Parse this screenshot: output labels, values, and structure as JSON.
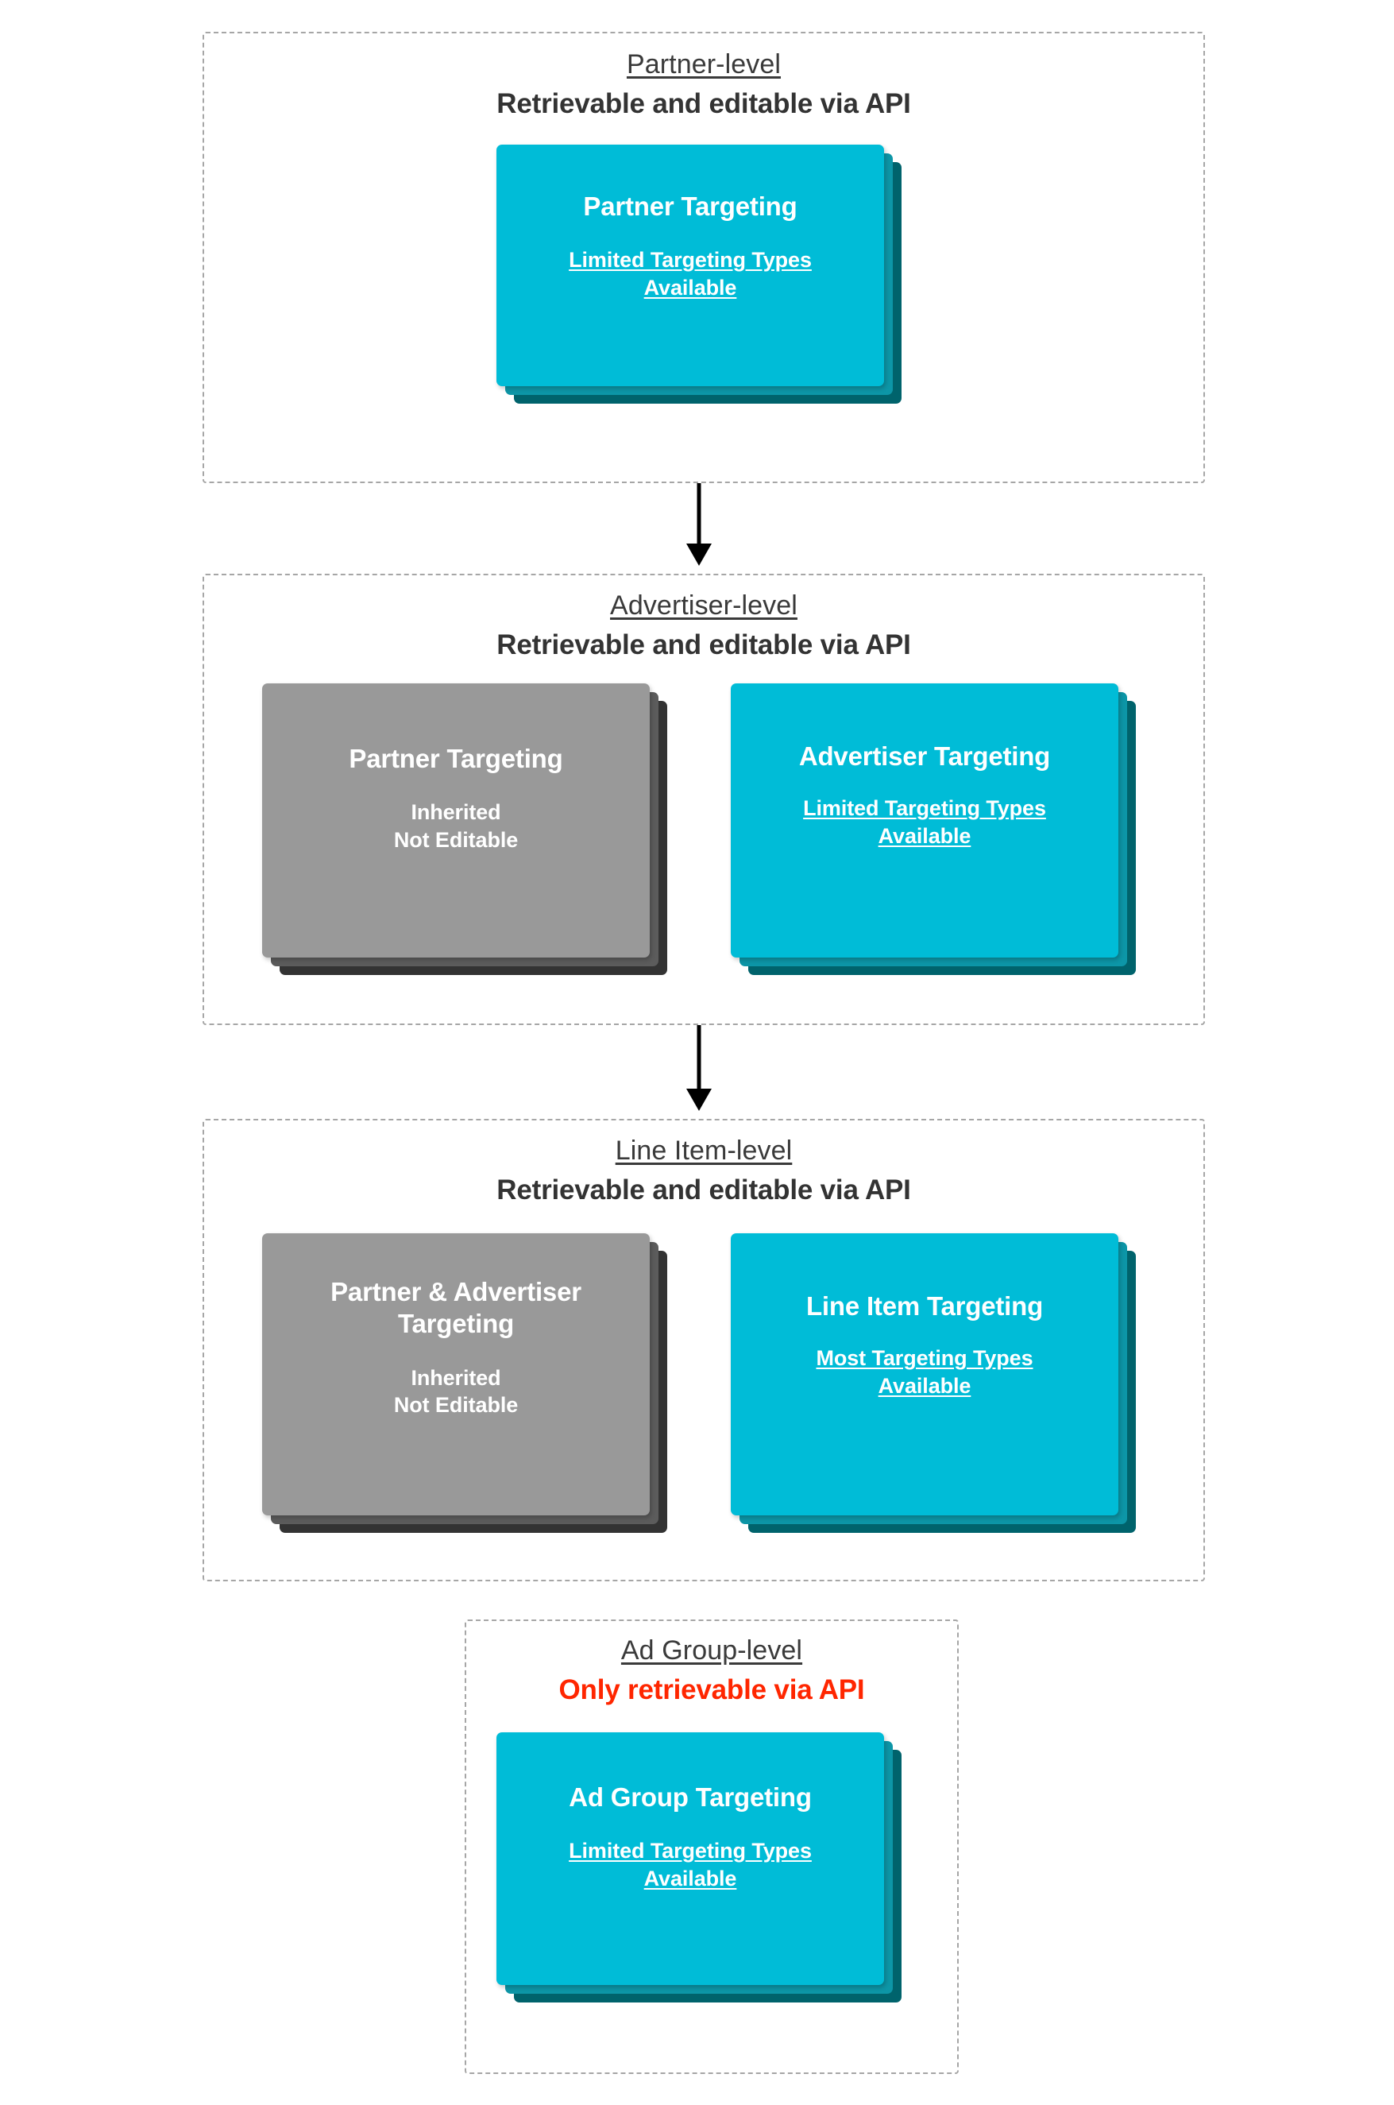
{
  "diagram": {
    "title_palette": {
      "header_text": "#3a3a3a",
      "warning_text": "#ff2600",
      "teal_front": "#00bcd7",
      "teal_mid": "#0d96a7",
      "teal_back": "#00636c",
      "grey_front": "#999999",
      "grey_mid": "#5c5c5c",
      "grey_back": "#333333",
      "dashed_border": "#a6a6a6",
      "arrow": "#000000",
      "background": "#ffffff"
    },
    "levels": [
      {
        "name": "partner",
        "title": "Partner-level",
        "subtitle": "Retrievable and editable via API",
        "subtitle_style": "normal",
        "cards": [
          {
            "kind": "teal",
            "title": "Partner Targeting",
            "note": "Limited Targeting Types Available",
            "note_underlined": true
          }
        ]
      },
      {
        "name": "advertiser",
        "title": "Advertiser-level",
        "subtitle": "Retrievable and editable via API",
        "subtitle_style": "normal",
        "cards": [
          {
            "kind": "grey",
            "title": "Partner Targeting",
            "note": "Inherited\nNot Editable",
            "note_underlined": false
          },
          {
            "kind": "teal",
            "title": "Advertiser Targeting",
            "note": "Limited Targeting Types Available",
            "note_underlined": true
          }
        ]
      },
      {
        "name": "line-item",
        "title": "Line Item-level",
        "subtitle": "Retrievable and editable via API",
        "subtitle_style": "normal",
        "cards": [
          {
            "kind": "grey",
            "title": "Partner & Advertiser Targeting",
            "note": "Inherited\nNot Editable",
            "note_underlined": false
          },
          {
            "kind": "teal",
            "title": "Line Item Targeting",
            "note": "Most Targeting Types Available",
            "note_underlined": true
          }
        ]
      },
      {
        "name": "ad-group",
        "title": "Ad Group-level",
        "subtitle": "Only retrievable via API",
        "subtitle_style": "warning",
        "cards": [
          {
            "kind": "teal",
            "title": "Ad Group Targeting",
            "note": "Limited Targeting Types Available",
            "note_underlined": true
          }
        ]
      }
    ],
    "connectors": [
      {
        "name": "partner-to-advertiser",
        "from": "partner",
        "to": "advertiser",
        "direction": "down"
      },
      {
        "name": "advertiser-to-line-item",
        "from": "advertiser",
        "to": "line-item",
        "direction": "down"
      }
    ]
  }
}
